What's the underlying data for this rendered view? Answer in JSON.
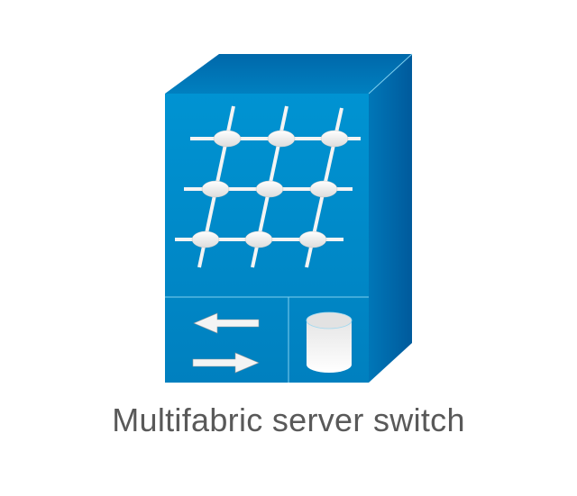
{
  "diagram": {
    "shape": "multifabric-server-switch",
    "caption": "Multifabric server switch",
    "colors": {
      "front": "#0089c8",
      "top": "#0070b0",
      "side": "#0066a8",
      "edge": "#7fd0f0",
      "glyph": "#f2f2f2"
    },
    "panels": [
      "fabric-grid",
      "bidirectional-arrows",
      "storage-cylinder"
    ]
  }
}
